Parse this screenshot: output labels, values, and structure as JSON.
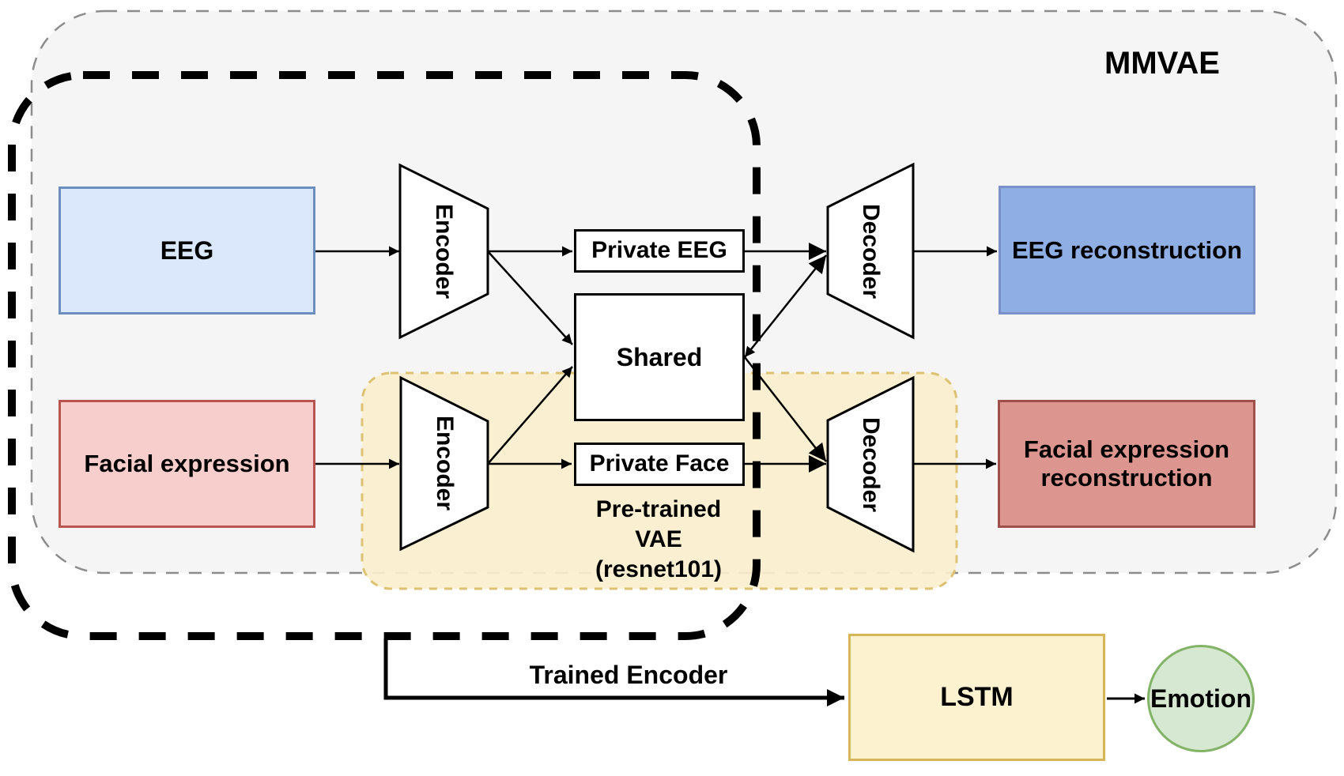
{
  "diagram": {
    "title": "MMVAE",
    "groups": {
      "mmvae_label": "MMVAE",
      "pretrained_vae": {
        "line1": "Pre-trained",
        "line2": "VAE",
        "line3": "(resnet101)"
      }
    },
    "nodes": {
      "eeg_input": "EEG",
      "facial_input": "Facial expression",
      "encoder_top": "Encoder",
      "encoder_bottom": "Encoder",
      "decoder_top": "Decoder",
      "decoder_bottom": "Decoder",
      "private_eeg": "Private EEG",
      "shared": "Shared",
      "private_face": "Private Face",
      "eeg_reconstruction": "EEG reconstruction",
      "facial_reconstruction_line1": "Facial expression",
      "facial_reconstruction_line2": "reconstruction",
      "lstm": "LSTM",
      "emotion": "Emotion"
    },
    "edges": {
      "trained_encoder_label": "Trained Encoder"
    },
    "colors": {
      "container_fill": "#F5F5F5",
      "container_border": "#8C8C8C",
      "training_scope_border": "#000000",
      "pretrained_fill": "#FBF1D2",
      "pretrained_border": "#DCC272",
      "eeg_fill": "#DBE8FB",
      "eeg_border": "#6C8EBF",
      "facial_fill": "#F8CECC",
      "facial_border": "#B85450",
      "eeg_recon_fill": "#8FAEE4",
      "eeg_recon_border": "#7B90C8",
      "facial_recon_fill": "#DD968F",
      "facial_recon_border": "#A0504A",
      "lstm_fill": "#FCF2CF",
      "lstm_border": "#D6B656",
      "emotion_fill": "#D6E8D2",
      "emotion_border": "#82B366",
      "arrow": "#000000"
    }
  }
}
